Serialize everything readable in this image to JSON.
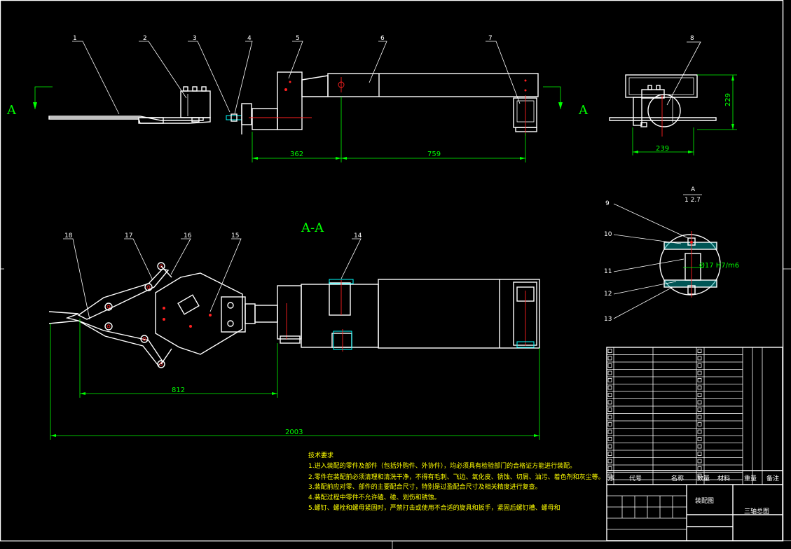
{
  "drawing": {
    "view_marker": "A",
    "section_title": "A-A",
    "detail_title": "A",
    "detail_scale": "1 2.7",
    "part_labels": [
      "1",
      "2",
      "3",
      "4",
      "5",
      "6",
      "7",
      "8",
      "9",
      "10",
      "11",
      "12",
      "13",
      "14",
      "15",
      "16",
      "17",
      "18"
    ],
    "dimensions": {
      "d362": "362",
      "d759": "759",
      "d229": "229",
      "d239": "239",
      "d812": "812",
      "d2003": "2003",
      "fit": "Ø17 H7/m6"
    }
  },
  "notes": {
    "title": "技术要求",
    "lines": [
      "1.进入装配的零件及部件（包括外购件、外协件），均必须具有检验部门的合格证方能进行装配。",
      "2.零件在装配前必须清理和清洗干净，不得有毛刺、飞边、氧化皮、锈蚀、切屑、油污、着色剂和灰尘等。",
      "3.装配前应对零、部件的主要配合尺寸，特别是过盈配合尺寸及相关精度进行复查。",
      "4.装配过程中零件不允许磕、碰、划伤和锈蚀。",
      "5.螺钉、螺栓和螺母紧固时，严禁打击或使用不合适的旋具和扳手，紧固后螺钉槽、螺母和"
    ]
  },
  "title_block": {
    "header": {
      "seq": "序",
      "code": "代号",
      "name": "名称",
      "qty": "数量",
      "material": "材料",
      "weight": "重量",
      "remark": "备注"
    },
    "drawing_type": "装配图",
    "drawing_name": "三轴总图"
  }
}
